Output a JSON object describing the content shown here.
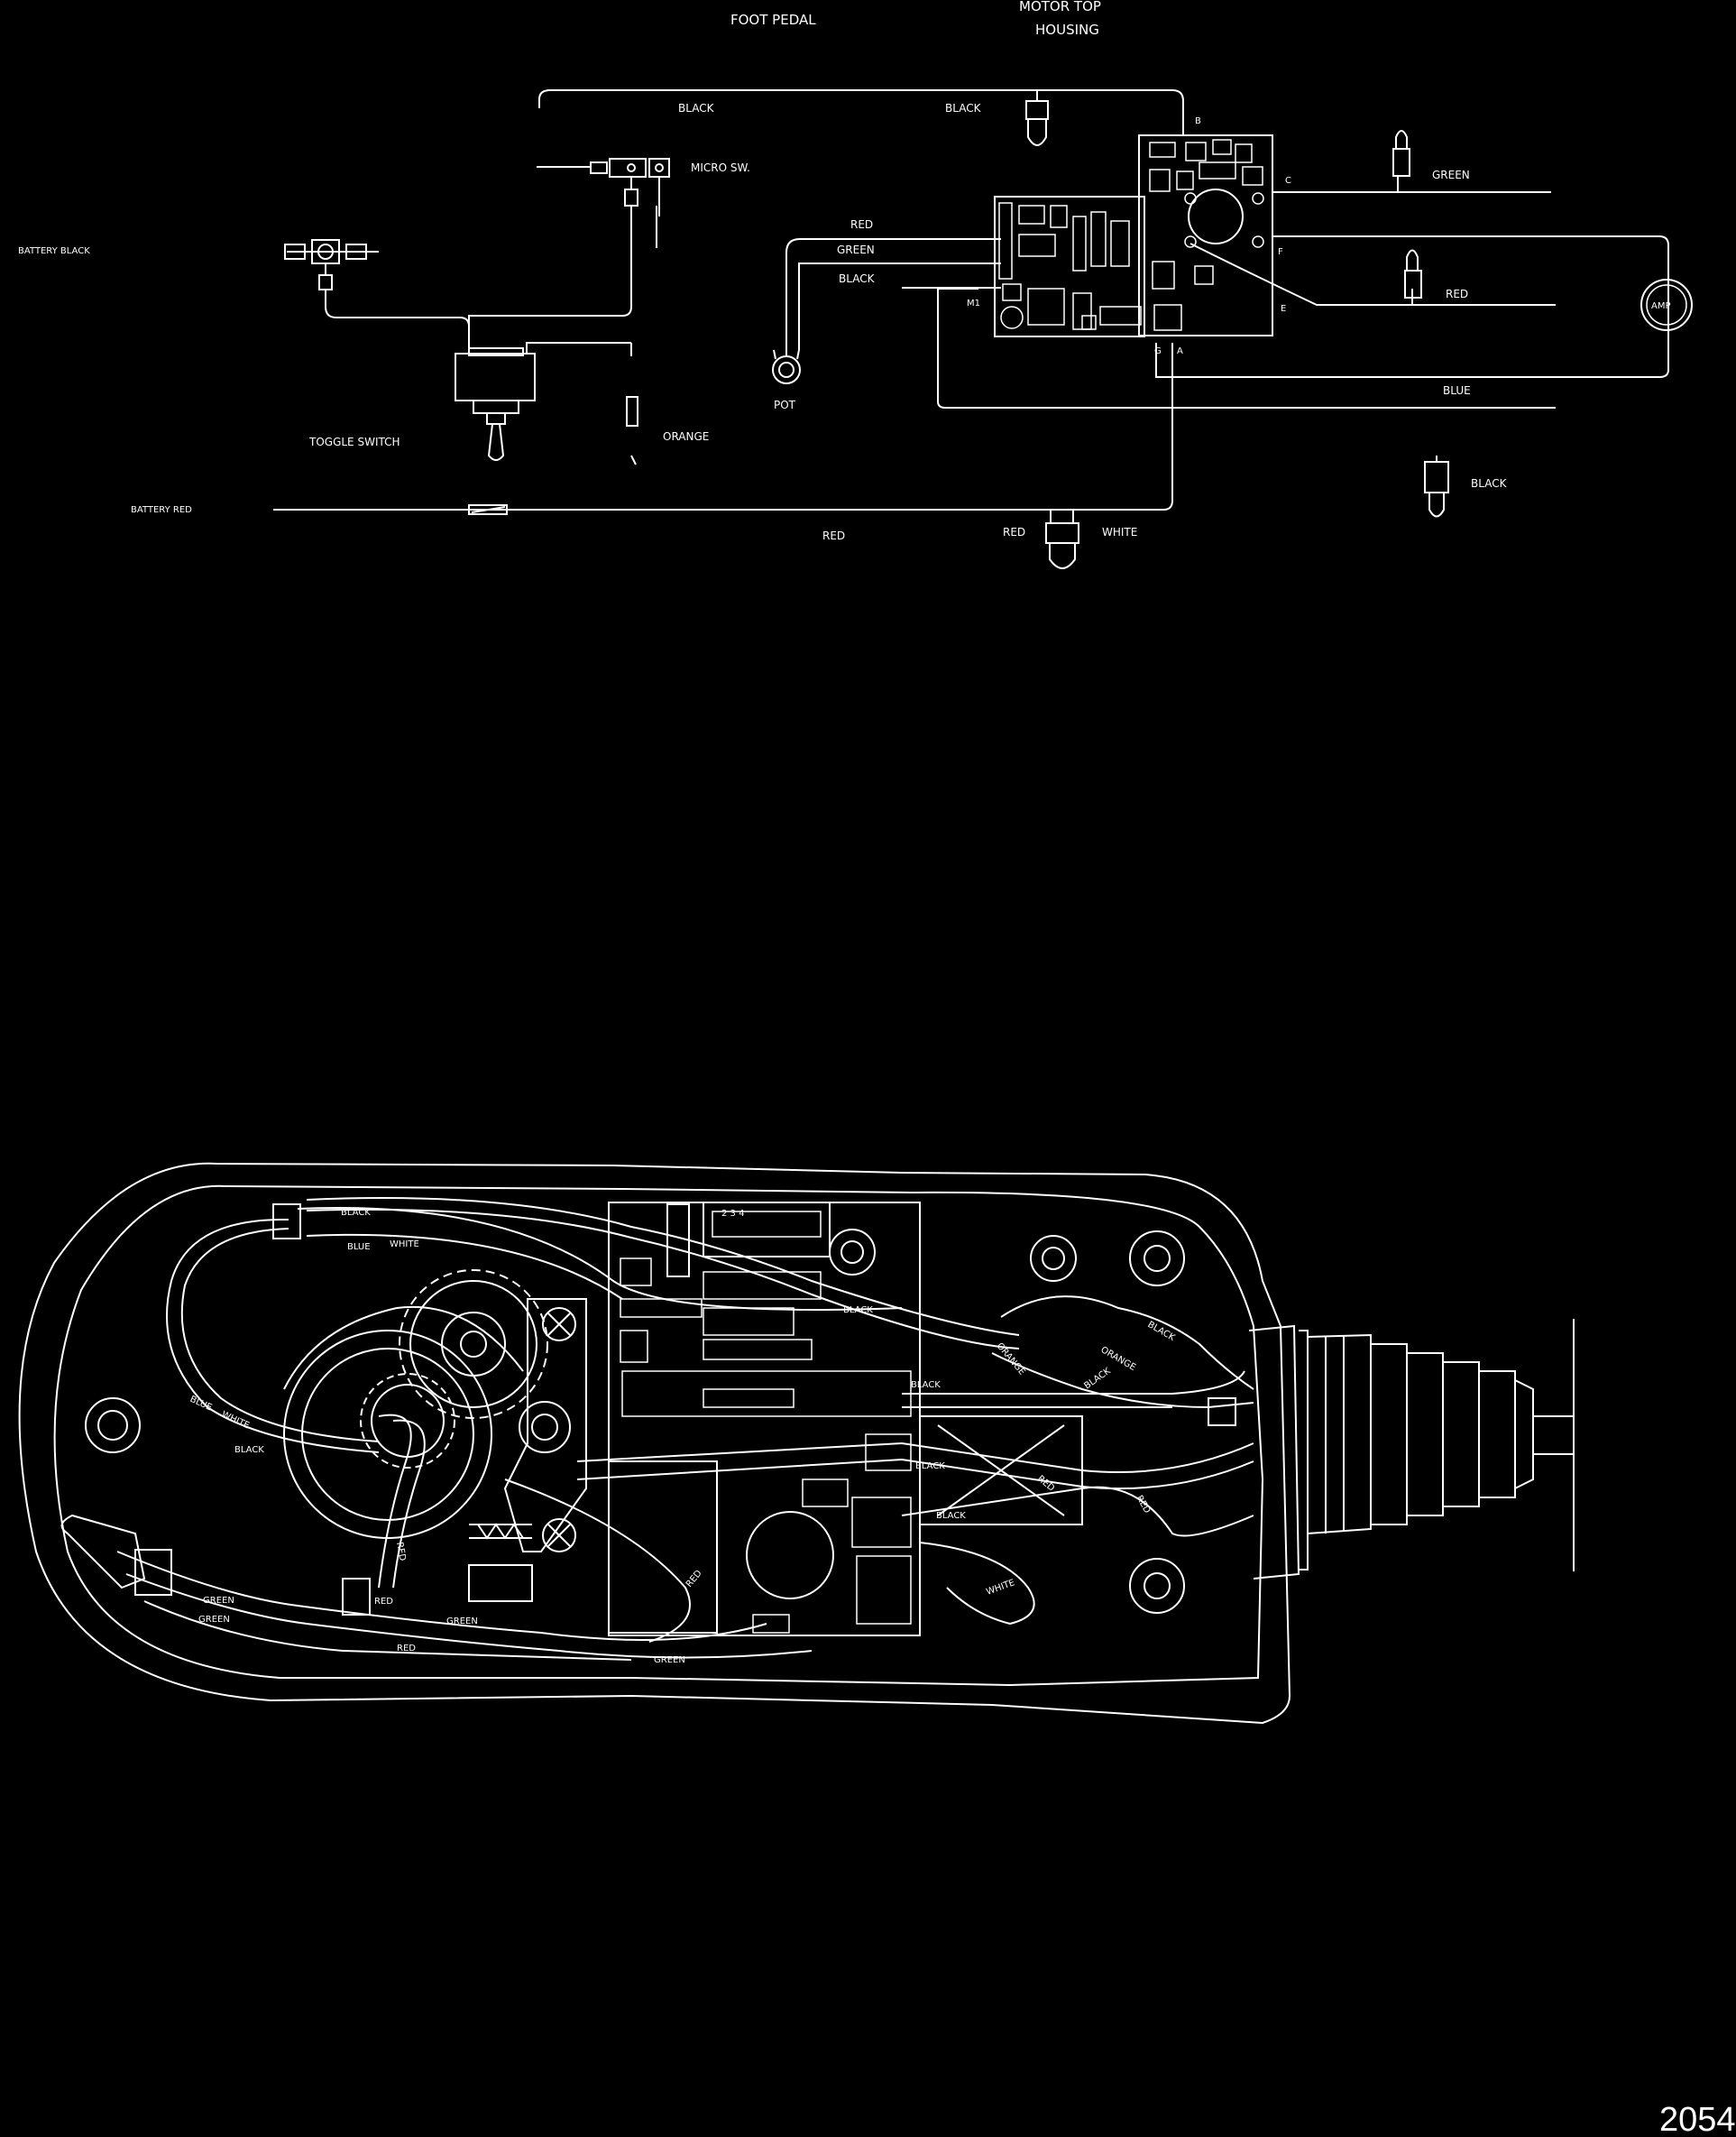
{
  "labels": {
    "foot_pedal": "FOOT PEDAL",
    "motor_top_1": "MOTOR TOP",
    "motor_top_2": "HOUSING",
    "black_1": "BLACK",
    "black_2": "BLACK",
    "micro_sw": "MICRO SW.",
    "battery_black": "BATTERY BLACK",
    "red_1": "RED",
    "green_1": "GREEN",
    "black_3": "BLACK",
    "m1": "M1",
    "pot": "POT",
    "toggle_switch": "TOGGLE SWITCH",
    "orange": "ORANGE",
    "battery_red": "BATTERY RED",
    "red_2": "RED",
    "red_3": "RED",
    "white": "WHITE",
    "green_2": "GREEN",
    "red_4": "RED",
    "amp": "AMP",
    "blue": "BLUE",
    "black_4": "BLACK",
    "term_b": "B",
    "term_c": "C",
    "term_f": "F",
    "term_e": "E",
    "term_g": "G",
    "term_a": "A"
  },
  "assembly_labels": {
    "black_a": "BLACK",
    "blue_a": "BLUE",
    "white_a": "WHITE",
    "blue_b": "BLUE",
    "white_b": "WHITE",
    "black_b": "BLACK",
    "green_a": "GREEN",
    "green_b": "GREEN",
    "green_c": "GREEN",
    "green_d": "GREEN",
    "red_a": "RED",
    "red_b": "RED",
    "red_c": "RED",
    "red_d": "RED",
    "black_c": "BLACK",
    "black_d": "BLACK",
    "black_e": "BLACK",
    "black_f": "BLACK",
    "black_g": "BLACK",
    "black_h": "BLACK",
    "orange_a": "ORANGE",
    "orange_b": "ORANGE",
    "red_e": "RED",
    "red_f": "RED",
    "white_c": "WHITE",
    "pcb_nums": "2 3 4"
  },
  "figure_number": "2054"
}
